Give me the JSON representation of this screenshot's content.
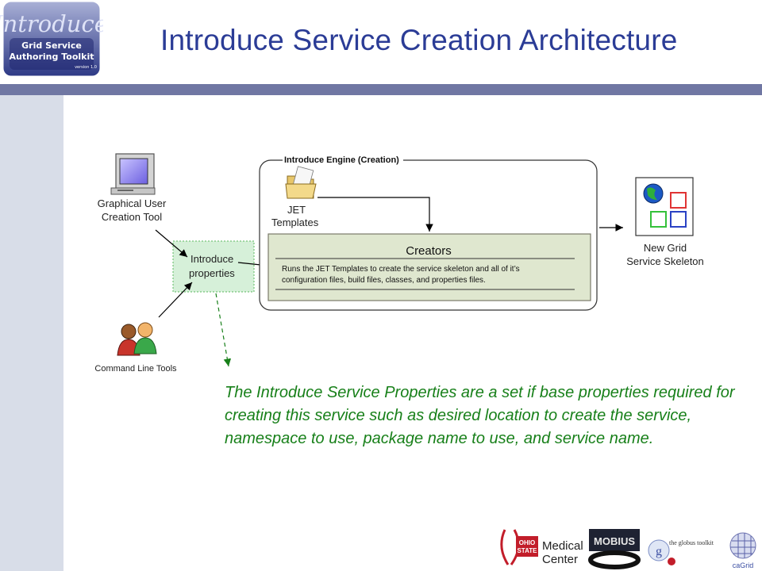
{
  "slide": {
    "title": "Introduce Service Creation Architecture"
  },
  "logo": {
    "wordmark": "Introduce",
    "line1": "Grid Service",
    "line2": "Authoring Toolkit",
    "version": "version 1.0"
  },
  "diagram": {
    "gui_label_1": "Graphical User",
    "gui_label_2": "Creation Tool",
    "cli_label": "Command Line Tools",
    "props_label_1": "Introduce",
    "props_label_2": "properties",
    "engine_label": "Introduce Engine (Creation)",
    "jet_label_1": "JET",
    "jet_label_2": "Templates",
    "creators_title": "Creators",
    "creators_text_1": "Runs the JET Templates to create the service skeleton and all of it’s",
    "creators_text_2": "configuration files, build files, classes, and properties files.",
    "output_label_1": "New Grid",
    "output_label_2": "Service Skeleton"
  },
  "note": {
    "text": "The Introduce Service Properties are a set if base properties required for creating this service such as desired location to create the service, namespace to use, package name to use, and service name."
  },
  "partners": {
    "osu_line1": "OHIO",
    "osu_line2": "STATE",
    "medical_1": "Medical",
    "medical_2": "Center",
    "mobius": "MOBIUS",
    "globus": "the globus toolkit",
    "cagrid": "caGrid"
  },
  "colors": {
    "title": "#2b3c96",
    "note": "#18801a",
    "bar": "#7077a3",
    "creators_fill": "#dfe7cf",
    "props_fill": "#d6f0d9"
  }
}
